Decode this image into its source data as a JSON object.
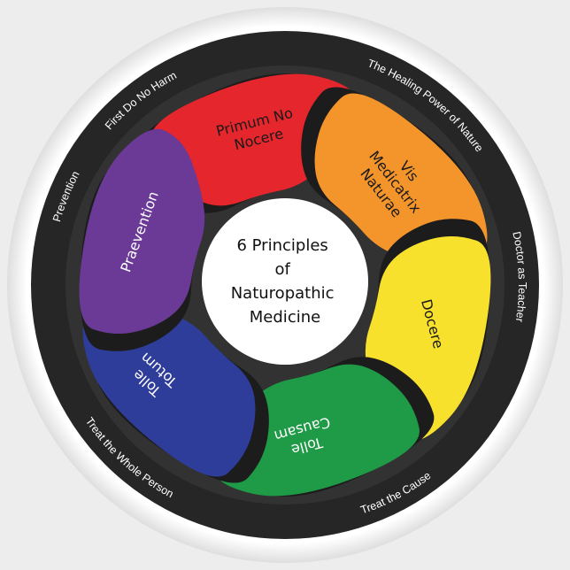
{
  "colors": {
    "background": "#ededed",
    "outer_rim": "#f7f7f7",
    "ring": "#262626",
    "petal_bed": "#323232",
    "center": "#ffffff"
  },
  "center": {
    "lines": [
      "6 Principles",
      "of",
      "Naturopathic",
      "Medicine"
    ]
  },
  "principles": [
    {
      "latin": [
        "Primum No",
        "Nocere"
      ],
      "english": "First Do No Harm",
      "color": "#e5262c",
      "text_color": "#1a1a1a"
    },
    {
      "latin": [
        "Vis",
        "Medicatrix",
        "Naturae"
      ],
      "english": "The Healing Power of Nature",
      "color": "#f4952c",
      "text_color": "#1a1a1a"
    },
    {
      "latin": [
        "Docere"
      ],
      "english": "Doctor as Teacher",
      "color": "#f7e12d",
      "text_color": "#1a1a1a"
    },
    {
      "latin": [
        "Tolle",
        "Causam"
      ],
      "english": "Treat the Cause",
      "color": "#1f9a46",
      "text_color": "#ffffff"
    },
    {
      "latin": [
        "Tolle",
        "Totum"
      ],
      "english": "Treat the Whole Person",
      "color": "#2f3d9a",
      "text_color": "#ffffff"
    },
    {
      "latin": [
        "Praevention"
      ],
      "english": "Prevention",
      "color": "#6a3a96",
      "text_color": "#ffffff"
    }
  ]
}
